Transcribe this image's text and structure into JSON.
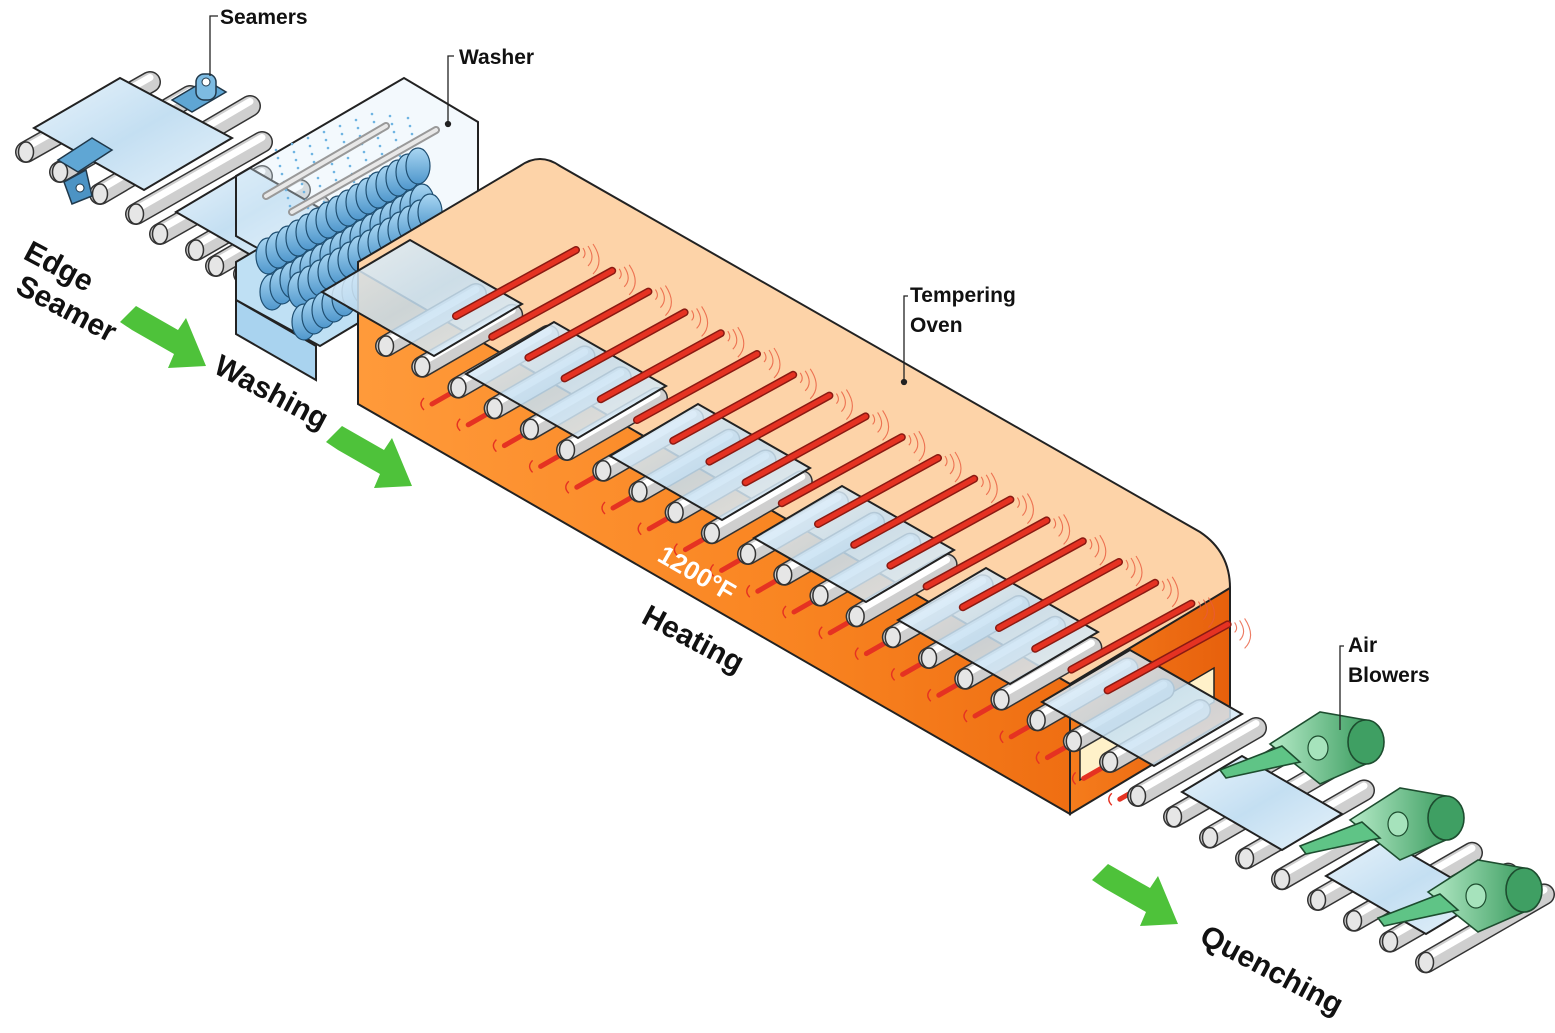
{
  "callouts": {
    "seamers": "Seamers",
    "washer": "Washer",
    "oven_line1": "Tempering",
    "oven_line2": "Oven",
    "blowers_line1": "Air",
    "blowers_line2": "Blowers"
  },
  "stages": {
    "edge_seamer_line1": "Edge",
    "edge_seamer_line2": "Seamer",
    "washing": "Washing",
    "heating": "Heating",
    "quenching": "Quenching"
  },
  "oven_temperature": "1200°F",
  "colors": {
    "oven_top": "#fdd3a8",
    "oven_front": "#f8841f",
    "oven_front_dark": "#e9650f",
    "heater": "#e53222",
    "arrow": "#4ec23a",
    "washer_tank": "#bfe0f4",
    "washer_brush": "#74b6e3",
    "blower": "#86d8a6",
    "seamer": "#5fa6d4",
    "roller": "#dcdcdc",
    "glass": "#cfe6f5"
  }
}
